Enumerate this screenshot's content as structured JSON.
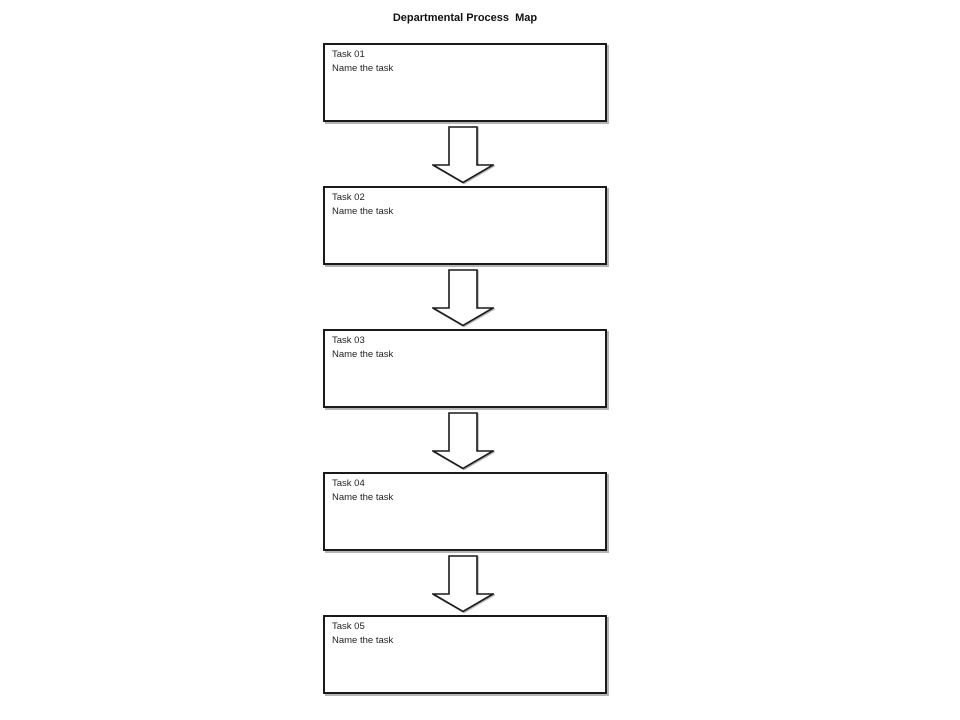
{
  "title": "Departmental Process  Map",
  "diagram": {
    "type": "flowchart",
    "direction": "top-down",
    "connector_shape": "block-arrow-down",
    "nodes": [
      {
        "title": "Task 01",
        "subtitle": "Name the task"
      },
      {
        "title": "Task 02",
        "subtitle": "Name the task"
      },
      {
        "title": "Task 03",
        "subtitle": "Name the task"
      },
      {
        "title": "Task 04",
        "subtitle": "Name the task"
      },
      {
        "title": "Task 05",
        "subtitle": "Name the task"
      }
    ],
    "colors": {
      "background": "#ffffff",
      "node_fill": "#ffffff",
      "node_border": "#1a1a1a",
      "text": "#1f1f1f",
      "shadow": "#8f8f8f"
    }
  }
}
